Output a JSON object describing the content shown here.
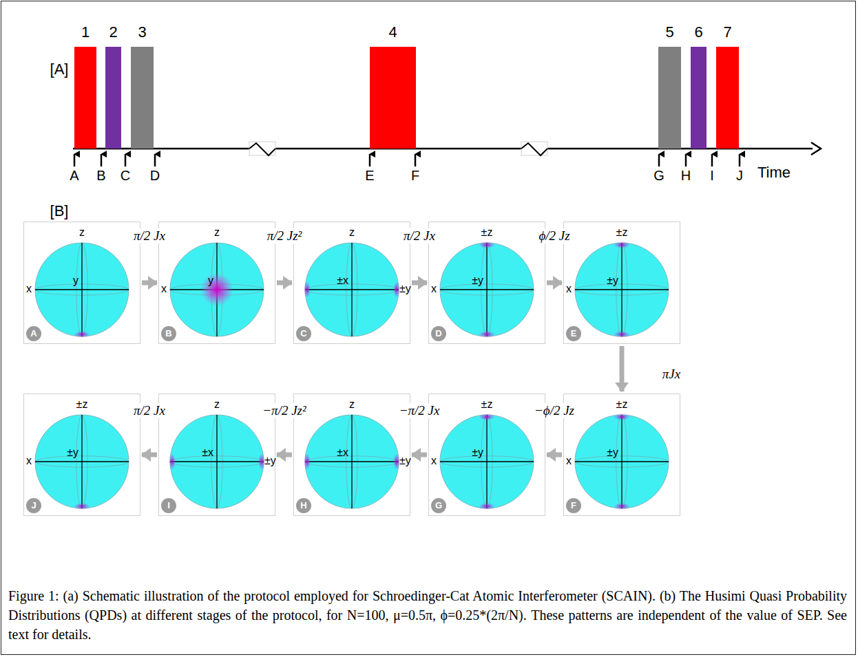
{
  "diagram": {
    "caption": "Figure 1: (a) Schematic illustration of the protocol employed for Schroedinger-Cat Atomic Interferometer (SCAIN). (b) The Husimi Quasi Probability Distributions (QPDs) at different stages of the protocol, for N=100, μ=0.5π, ϕ=0.25*(2π/N). These patterns are independent of the value of SEP. See text for details.",
    "nodes": [
      {
        "text": [
          "1"
        ]
      },
      {
        "text": [
          "2"
        ]
      },
      {
        "text": [
          "3"
        ]
      },
      {
        "text": [
          "4"
        ]
      },
      {
        "text": [
          "5"
        ]
      },
      {
        "text": [
          "6"
        ]
      },
      {
        "text": [
          "7"
        ]
      },
      {
        "text": [
          "z",
          "x",
          "y",
          "A"
        ]
      },
      {
        "text": [
          "z",
          "x",
          "y",
          "B"
        ]
      },
      {
        "text": [
          "z",
          "±x",
          "±y",
          "C"
        ]
      },
      {
        "text": [
          "±z",
          "x",
          "±y",
          "D"
        ]
      },
      {
        "text": [
          "±z",
          "x",
          "±y",
          "E"
        ]
      },
      {
        "text": [
          "±z",
          "x",
          "±y",
          "F"
        ]
      },
      {
        "text": [
          "±z",
          "x",
          "±y",
          "G"
        ]
      },
      {
        "text": [
          "z",
          "±x",
          "±y",
          "H"
        ]
      },
      {
        "text": [
          "z",
          "±x",
          "±y",
          "I"
        ]
      },
      {
        "text": [
          "±z",
          "x",
          "±y",
          "J"
        ]
      }
    ],
    "edges": [
      {
        "from": 7,
        "to": 8,
        "arrow": "to",
        "label": "π/2 Jx"
      },
      {
        "from": 8,
        "to": 9,
        "arrow": "to",
        "label": "π/2 Jz²"
      },
      {
        "from": 9,
        "to": 10,
        "arrow": "to",
        "label": "π/2 Jx"
      },
      {
        "from": 10,
        "to": 11,
        "arrow": "to",
        "label": "ϕ/2 Jz"
      },
      {
        "from": 11,
        "to": 12,
        "arrow": "to",
        "label": "πJx"
      },
      {
        "from": 12,
        "to": 13,
        "arrow": "to",
        "label": "−ϕ/2 Jz"
      },
      {
        "from": 13,
        "to": 14,
        "arrow": "to",
        "label": "−π/2 Jx"
      },
      {
        "from": 14,
        "to": 15,
        "arrow": "to",
        "label": "−π/2 Jz²"
      },
      {
        "from": 15,
        "to": 16,
        "arrow": "to",
        "label": "π/2 Jx"
      }
    ],
    "labels": [
      "[A]",
      "A",
      "B",
      "C",
      "D",
      "E",
      "F",
      "G",
      "H",
      "I",
      "J",
      "Time",
      "[B]"
    ]
  }
}
